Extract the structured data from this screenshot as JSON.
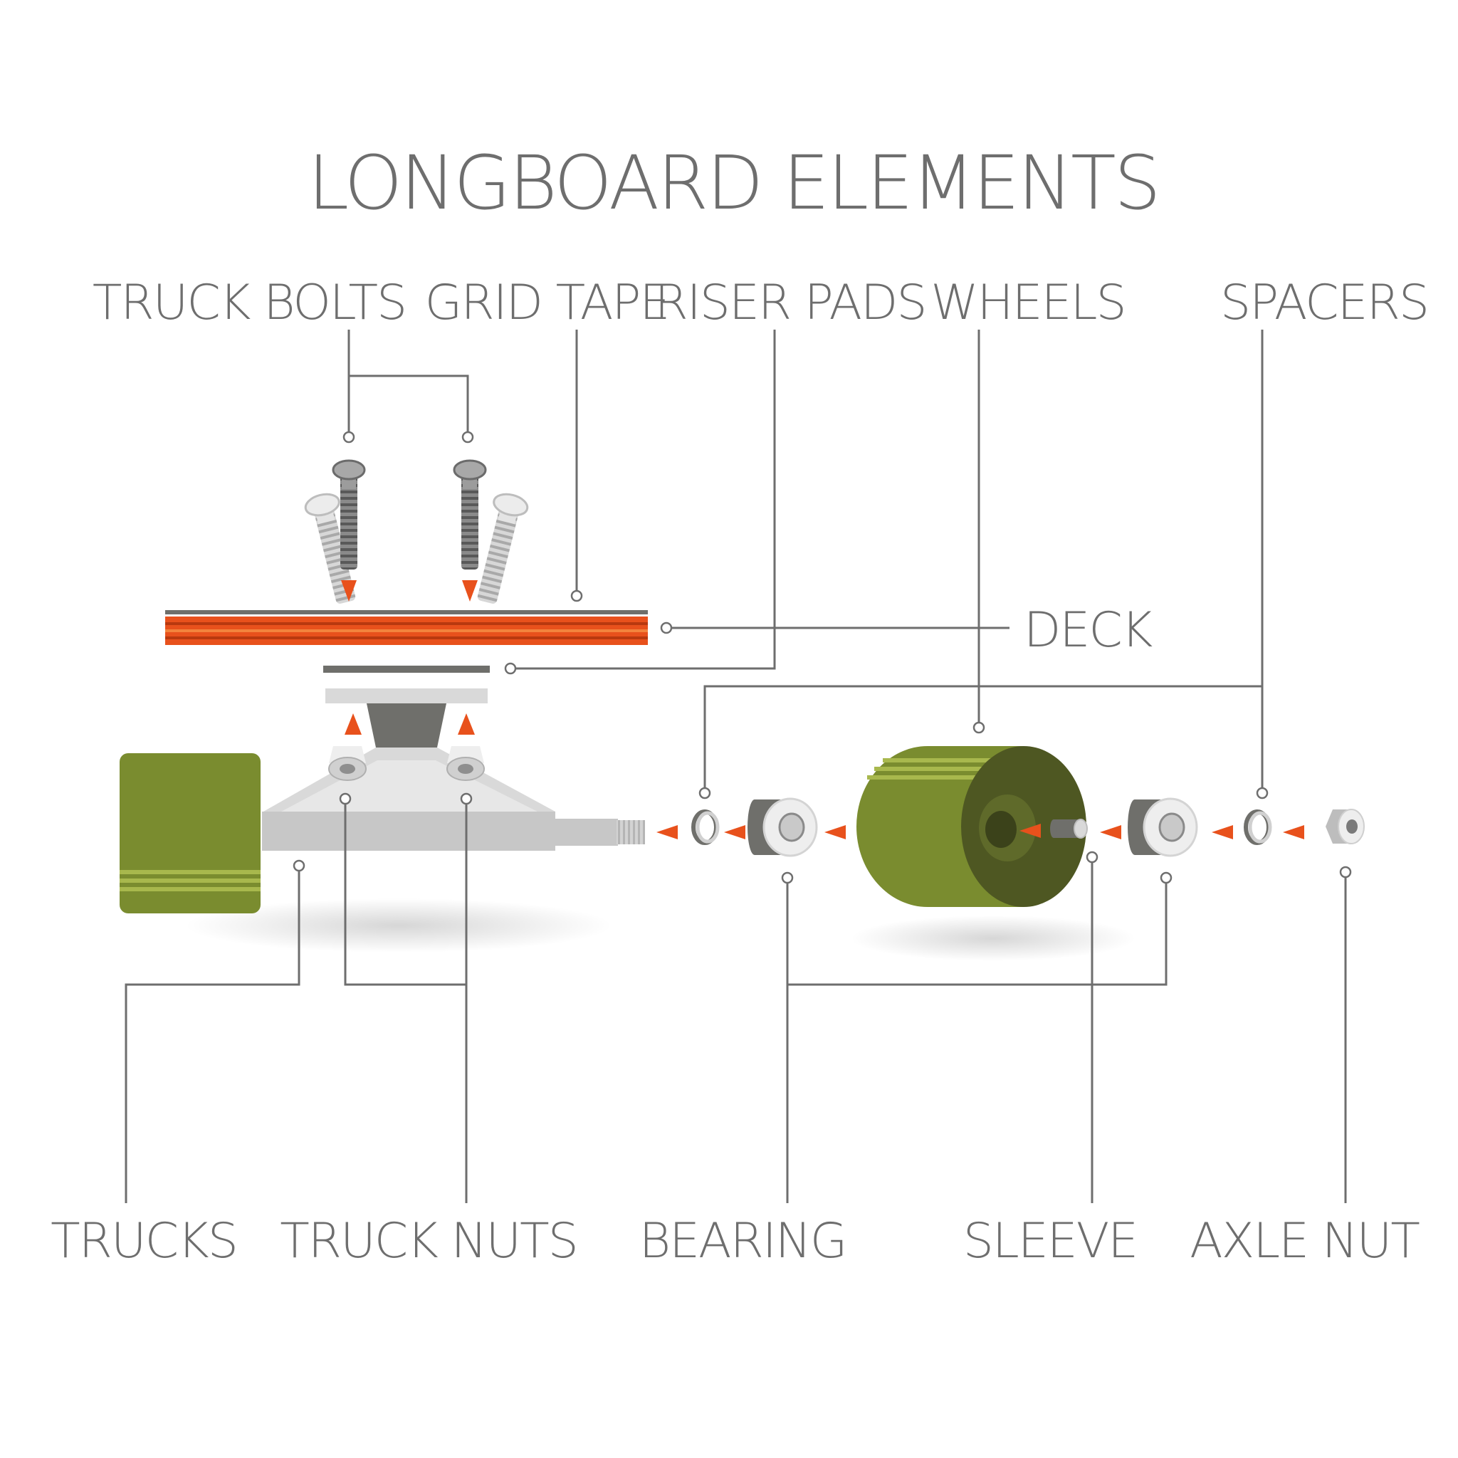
{
  "title": "LONGBOARD ELEMENTS",
  "labels": {
    "truck_bolts": "TRUCK BOLTS",
    "grid_tape": "GRID TAPE",
    "riser_pads": "RISER PADS",
    "wheels": "WHEELS",
    "spacers": "SPACERS",
    "deck": "DECK",
    "trucks": "TRUCKS",
    "truck_nuts": "TRUCK NUTS",
    "bearing": "BEARING",
    "sleeve": "SLEEVE",
    "axle_nut": "AXLE NUT"
  },
  "colors": {
    "text": "#6e6e6e",
    "leader_line": "#6e6e6e",
    "accent_orange": "#e8511c",
    "wheel_green": "#7a8c2f",
    "wheel_dark": "#4e5722",
    "metal_light": "#d9d9d9",
    "metal_dark": "#6f6f6b"
  }
}
